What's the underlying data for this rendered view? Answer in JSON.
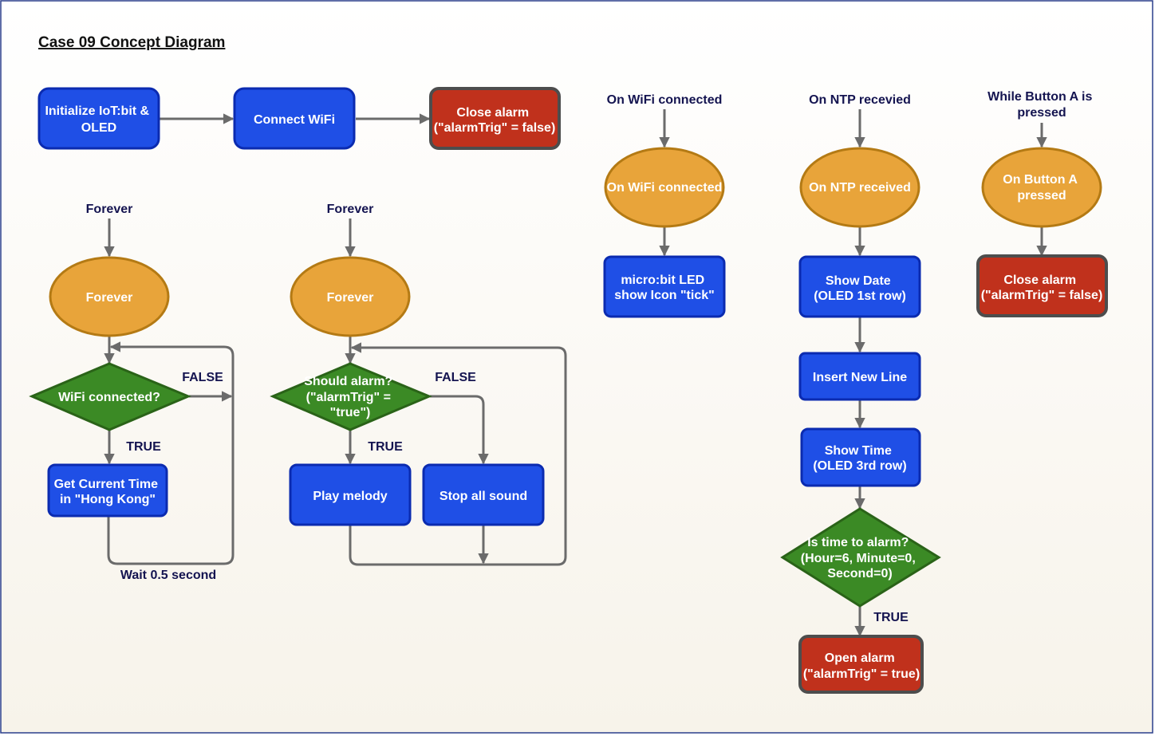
{
  "title": "Case 09 Concept Diagram",
  "colors": {
    "process_fill": "#1f4fe6",
    "process_stroke": "#0b2bb0",
    "alarm_fill": "#c0311c",
    "alarm_stroke": "#4d4d4d",
    "event_fill": "#e8a43a",
    "event_stroke": "#b47a14",
    "decision_fill": "#3b8a25",
    "decision_stroke": "#2a6318",
    "edge": "#6b6b6b",
    "label": "#141450"
  },
  "nodes": {
    "init": [
      "Initialize IoT:bit &",
      "OLED"
    ],
    "connect_wifi": [
      "Connect WiFi"
    ],
    "close_alarm_1": [
      "Close alarm",
      "(\"alarmTrig\" = false)"
    ],
    "forever_1": [
      "Forever"
    ],
    "wifi_connected_q": [
      "WiFi connected?"
    ],
    "get_time": [
      "Get Current Time",
      "in \"Hong Kong\""
    ],
    "forever_2": [
      "Forever"
    ],
    "should_alarm_q": [
      "Should alarm?",
      "(\"alarmTrig\" =",
      "\"true\")"
    ],
    "play_melody": [
      "Play melody"
    ],
    "stop_sound": [
      "Stop all sound"
    ],
    "on_wifi": [
      "On WiFi connected"
    ],
    "led_tick": [
      "micro:bit LED",
      "show Icon \"tick\""
    ],
    "on_ntp": [
      "On NTP received"
    ],
    "show_date": [
      "Show Date",
      "(OLED 1st row)"
    ],
    "insert_line": [
      "Insert New Line"
    ],
    "show_time": [
      "Show Time",
      "(OLED 3rd row)"
    ],
    "time_to_alarm_q": [
      "Is time to alarm?",
      "(Hour=6, Minute=0,",
      "Second=0)"
    ],
    "open_alarm": [
      "Open alarm",
      "(\"alarmTrig\" = true)"
    ],
    "on_button_a": [
      "On Button A",
      "pressed"
    ],
    "close_alarm_2": [
      "Close alarm",
      "(\"alarmTrig\" = false)"
    ]
  },
  "labels": {
    "forever_1_trigger": [
      "Forever"
    ],
    "forever_2_trigger": [
      "Forever"
    ],
    "wifi_trigger": [
      "On WiFi connected"
    ],
    "ntp_trigger": [
      "On NTP recevied"
    ],
    "button_trigger": [
      "While Button A is",
      "pressed"
    ],
    "false_1": [
      "FALSE"
    ],
    "true_1": [
      "TRUE"
    ],
    "wait": [
      "Wait 0.5 second"
    ],
    "false_2": [
      "FALSE"
    ],
    "true_2": [
      "TRUE"
    ],
    "true_3": [
      "TRUE"
    ]
  },
  "edges": [
    {
      "from": "init",
      "to": "connect_wifi"
    },
    {
      "from": "connect_wifi",
      "to": "close_alarm_1"
    },
    {
      "from": "forever_1_trigger",
      "to": "forever_1"
    },
    {
      "from": "forever_1",
      "to": "wifi_connected_q"
    },
    {
      "from": "wifi_connected_q",
      "to": "get_time",
      "label": "TRUE"
    },
    {
      "from": "wifi_connected_q",
      "to": "wifi_connected_q",
      "label": "FALSE"
    },
    {
      "from": "get_time",
      "to": "wifi_connected_q",
      "label": "Wait 0.5 second"
    },
    {
      "from": "forever_2_trigger",
      "to": "forever_2"
    },
    {
      "from": "forever_2",
      "to": "should_alarm_q"
    },
    {
      "from": "should_alarm_q",
      "to": "play_melody",
      "label": "TRUE"
    },
    {
      "from": "should_alarm_q",
      "to": "stop_sound",
      "label": "FALSE"
    },
    {
      "from": "play_melody",
      "to": "should_alarm_q"
    },
    {
      "from": "stop_sound",
      "to": "should_alarm_q"
    },
    {
      "from": "wifi_trigger",
      "to": "on_wifi"
    },
    {
      "from": "on_wifi",
      "to": "led_tick"
    },
    {
      "from": "ntp_trigger",
      "to": "on_ntp"
    },
    {
      "from": "on_ntp",
      "to": "show_date"
    },
    {
      "from": "show_date",
      "to": "insert_line"
    },
    {
      "from": "insert_line",
      "to": "show_time"
    },
    {
      "from": "show_time",
      "to": "time_to_alarm_q"
    },
    {
      "from": "time_to_alarm_q",
      "to": "open_alarm",
      "label": "TRUE"
    },
    {
      "from": "button_trigger",
      "to": "on_button_a"
    },
    {
      "from": "on_button_a",
      "to": "close_alarm_2"
    }
  ]
}
